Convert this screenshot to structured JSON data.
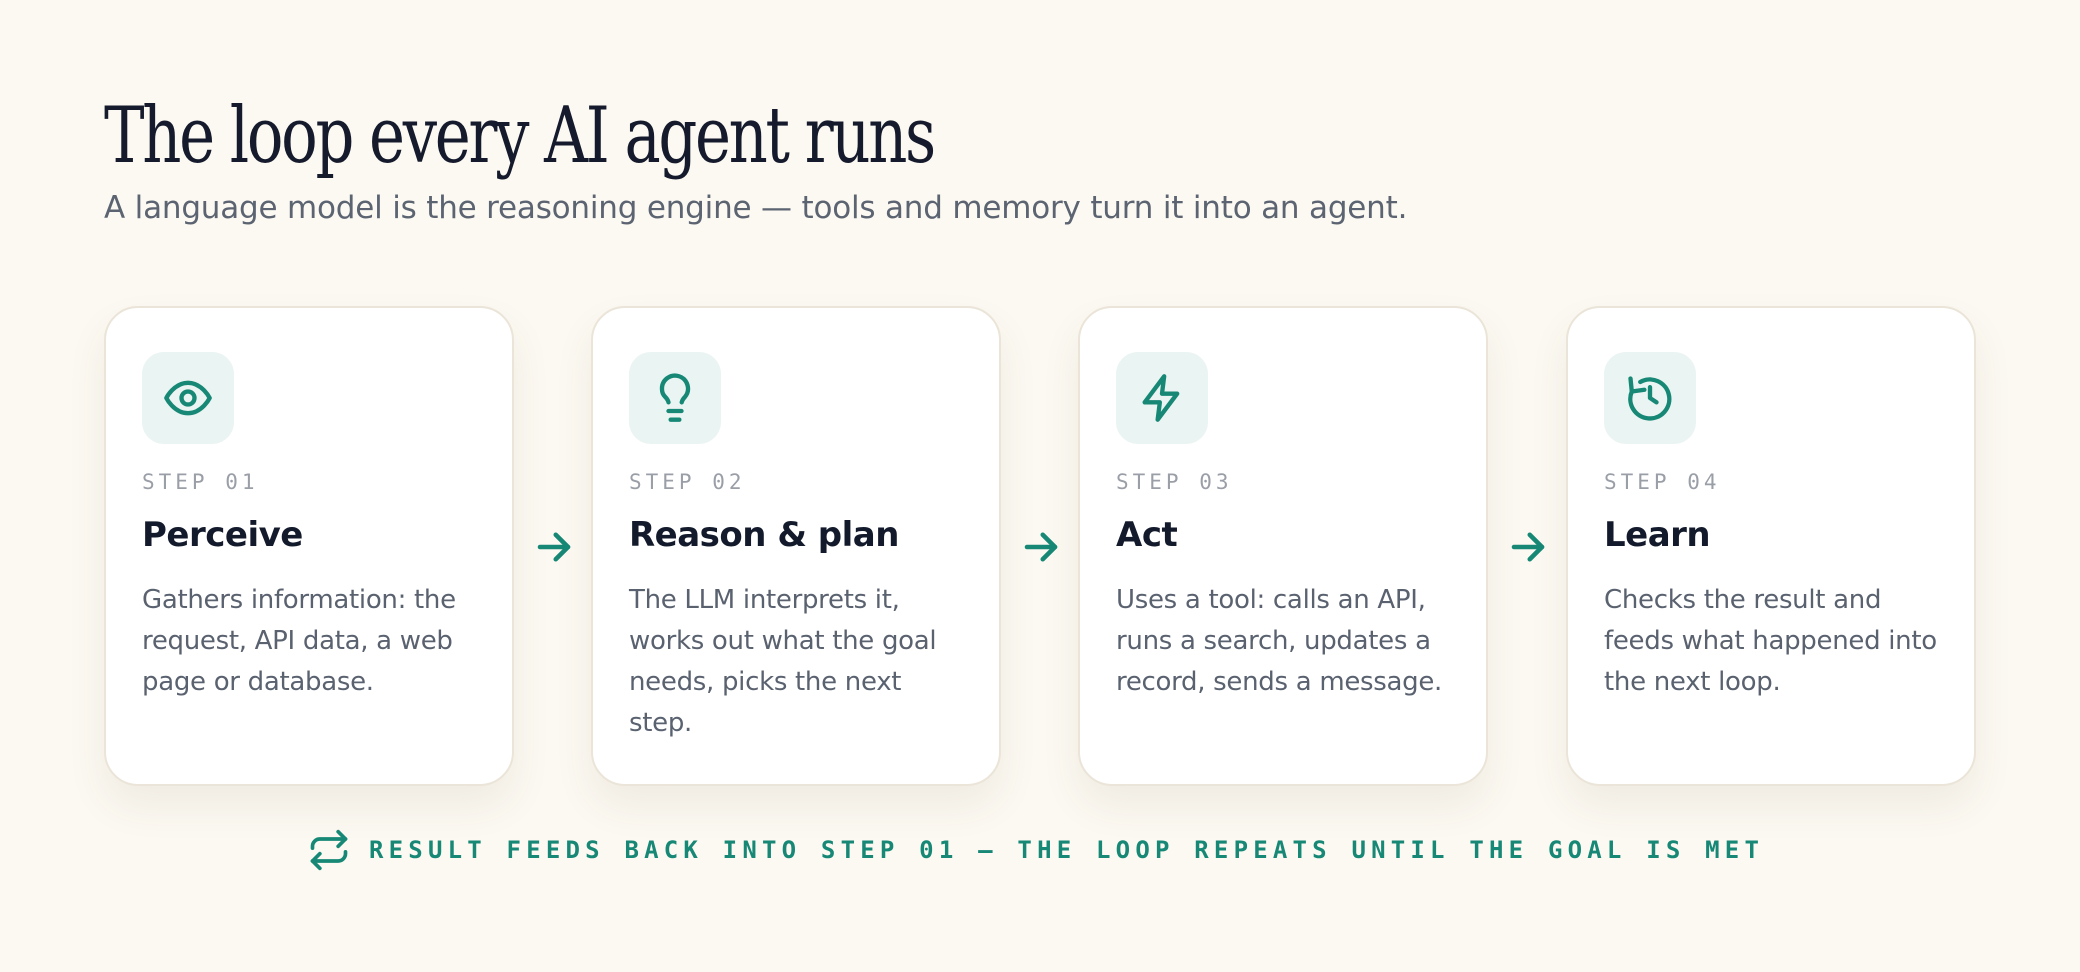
{
  "header": {
    "title": "The loop every AI agent runs",
    "subtitle": "A language model is the reasoning engine — tools and memory turn it into an agent."
  },
  "steps": [
    {
      "icon": "eye-icon",
      "label": "STEP 01",
      "title": "Perceive",
      "description": "Gathers information: the request, API data, a web page or database."
    },
    {
      "icon": "lightbulb-icon",
      "label": "STEP 02",
      "title": "Reason & plan",
      "description": "The LLM interprets it, works out what the goal needs, picks the next step."
    },
    {
      "icon": "lightning-icon",
      "label": "STEP 03",
      "title": "Act",
      "description": "Uses a tool: calls an API, runs a search, updates a record, sends a message."
    },
    {
      "icon": "history-icon",
      "label": "STEP 04",
      "title": "Learn",
      "description": "Checks the result and feeds what happened into the next loop."
    }
  ],
  "footer": {
    "icon": "repeat-icon",
    "text": "RESULT FEEDS BACK INTO STEP 01 — THE LOOP REPEATS UNTIL THE GOAL IS MET"
  },
  "colors": {
    "background": "#fcf9f2",
    "accent": "#178876",
    "icon_background": "#eaf4f2"
  }
}
